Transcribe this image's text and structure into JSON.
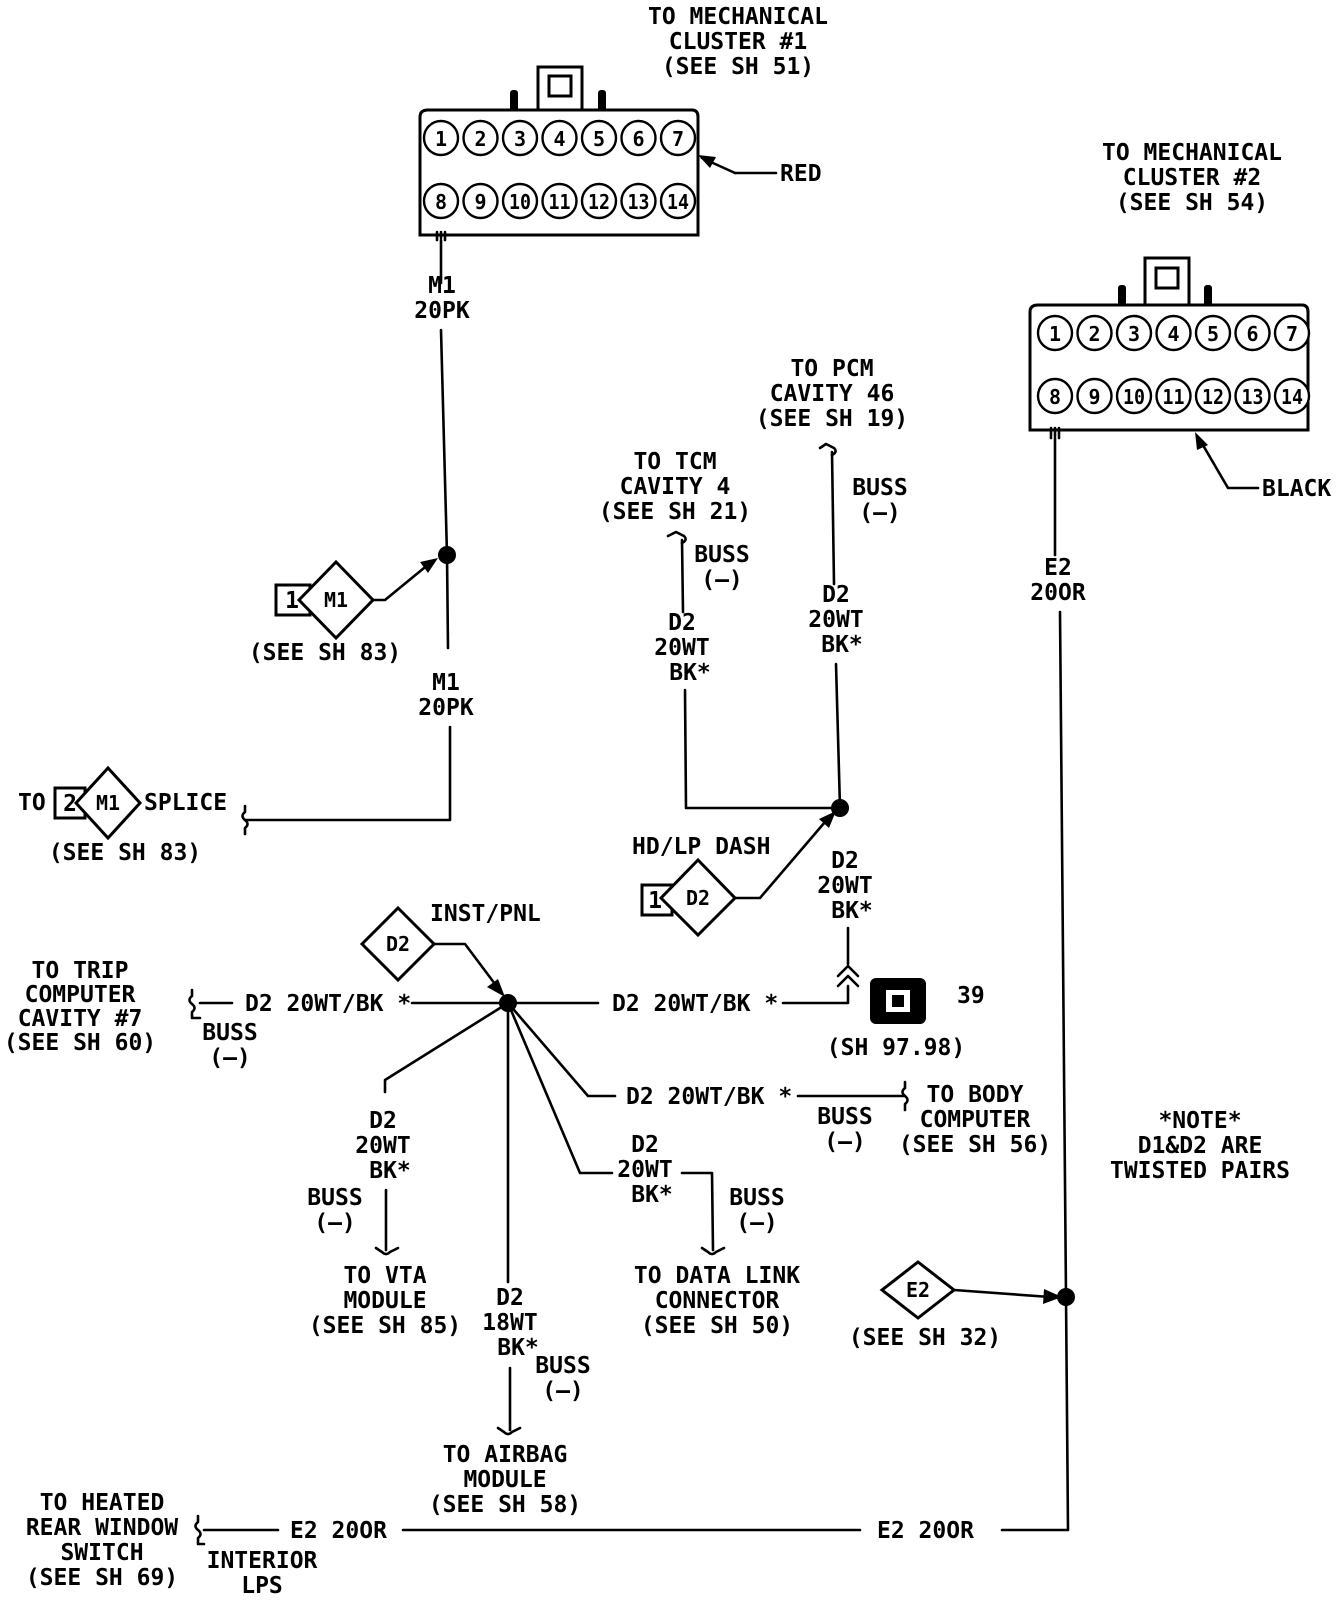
{
  "connector1": {
    "title": [
      "TO MECHANICAL",
      "CLUSTER #1",
      "(SEE SH 51)"
    ],
    "color_label": "RED",
    "pins_top": [
      "1",
      "2",
      "3",
      "4",
      "5",
      "6",
      "7"
    ],
    "pins_bottom": [
      "8",
      "9",
      "10",
      "11",
      "12",
      "13",
      "14"
    ]
  },
  "connector2": {
    "title": [
      "TO MECHANICAL",
      "CLUSTER #2",
      "(SEE SH 54)"
    ],
    "color_label": "BLACK",
    "pins_top": [
      "1",
      "2",
      "3",
      "4",
      "5",
      "6",
      "7"
    ],
    "pins_bottom": [
      "8",
      "9",
      "10",
      "11",
      "12",
      "13",
      "14"
    ]
  },
  "wires": {
    "m1_top": [
      "M1",
      "20PK"
    ],
    "m1_lower": [
      "M1",
      "20PK"
    ],
    "e2_right": [
      "E2",
      "20OR"
    ],
    "d2_tcm": [
      "D2",
      "20WT",
      "BK*"
    ],
    "d2_pcm": [
      "D2",
      "20WT",
      "BK*"
    ],
    "d2_mid": [
      "D2",
      "20WT",
      "BK*"
    ],
    "d2_trip": "D2 20WT/BK *",
    "d2_conn39": "D2 20WT/BK *",
    "d2_body": "D2 20WT/BK *",
    "d2_vta": [
      "D2",
      "20WT",
      "BK*"
    ],
    "d2_dlc": [
      "D2",
      "20WT",
      "BK*"
    ],
    "d2_airbag": [
      "D2",
      "18WT",
      "BK*"
    ],
    "e2_bottom_left": "E2 20OR",
    "e2_bottom_right": "E2 20OR"
  },
  "splices": {
    "m1_upper": {
      "num": "1",
      "name": "M1",
      "ref": "(SEE SH 83)"
    },
    "m1_lower": {
      "prefix": "TO",
      "num": "2",
      "name": "M1",
      "suffix": "SPLICE",
      "ref": "(SEE SH 83)"
    },
    "d2_dash": {
      "label": "HD/LP DASH",
      "num": "1",
      "name": "D2"
    },
    "d2_inst": {
      "label": "INST/PNL",
      "name": "D2"
    },
    "e2": {
      "name": "E2",
      "ref": "(SEE SH 32)"
    }
  },
  "destinations": {
    "pcm": [
      "TO PCM",
      "CAVITY 46",
      "(SEE SH 19)"
    ],
    "tcm": [
      "TO TCM",
      "CAVITY 4",
      "(SEE SH 21)"
    ],
    "trip": [
      "TO TRIP",
      "COMPUTER",
      "CAVITY #7",
      "(SEE SH 60)"
    ],
    "body": [
      "TO BODY",
      "COMPUTER",
      "(SEE SH 56)"
    ],
    "vta": [
      "TO VTA",
      "MODULE",
      "(SEE SH 85)"
    ],
    "dlc": [
      "TO DATA LINK",
      "CONNECTOR",
      "(SEE SH 50)"
    ],
    "airbag": [
      "TO AIRBAG",
      "MODULE",
      "(SEE SH 58)"
    ],
    "heated": [
      "TO HEATED",
      "REAR WINDOW",
      "SWITCH",
      "(SEE SH 69)"
    ]
  },
  "buss": {
    "label": "BUSS",
    "sign": "(—)"
  },
  "connector39": {
    "number": "39",
    "ref": "(SH 97.98)"
  },
  "interior": [
    "INTERIOR",
    "LPS"
  ],
  "note": [
    "*NOTE*",
    "D1&D2 ARE",
    "TWISTED PAIRS"
  ]
}
